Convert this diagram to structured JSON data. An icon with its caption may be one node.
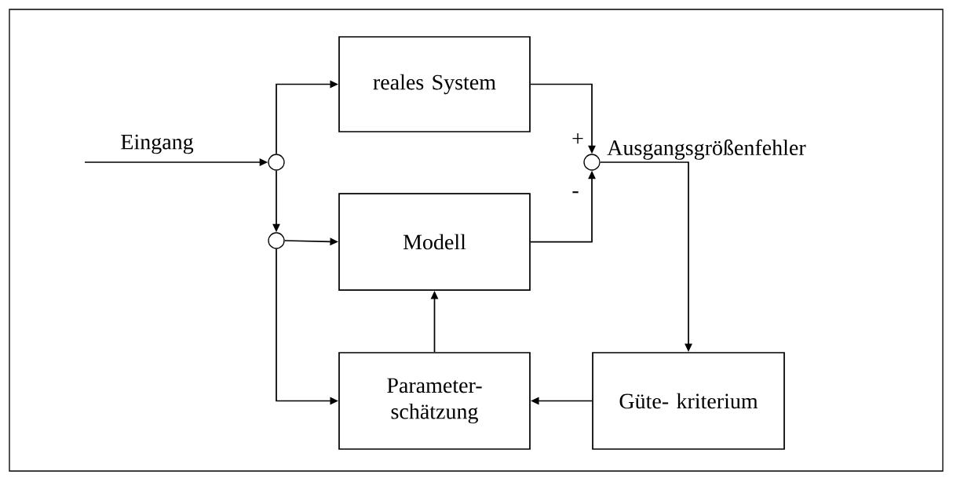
{
  "diagram": {
    "nodes": [
      {
        "text": [
          "reales System"
        ]
      },
      {
        "text": [
          "Modell"
        ]
      },
      {
        "text": [
          "Parameter- schätzung"
        ]
      },
      {
        "text": [
          "Güte- kriterium"
        ]
      },
      {
        "text": [],
        "shape": "circle"
      },
      {
        "text": [],
        "shape": "circle"
      },
      {
        "text": [],
        "shape": "circle"
      }
    ],
    "edges": [
      {
        "from": null,
        "to": 4,
        "arrow": "to",
        "label": "Eingang"
      },
      {
        "from": 4,
        "to": 0,
        "arrow": "to"
      },
      {
        "from": 4,
        "to": 5,
        "arrow": "to"
      },
      {
        "from": 5,
        "to": 1,
        "arrow": "to"
      },
      {
        "from": 5,
        "to": 2,
        "arrow": "to"
      },
      {
        "from": 0,
        "to": 6,
        "arrow": "to",
        "label": "+"
      },
      {
        "from": 1,
        "to": 6,
        "arrow": "to",
        "label": "-"
      },
      {
        "from": 6,
        "to": 3,
        "arrow": "to",
        "label": "Ausgangsgrößenfehler"
      },
      {
        "from": 2,
        "to": 1,
        "arrow": "to"
      },
      {
        "from": 3,
        "to": 2,
        "arrow": "to"
      }
    ]
  }
}
